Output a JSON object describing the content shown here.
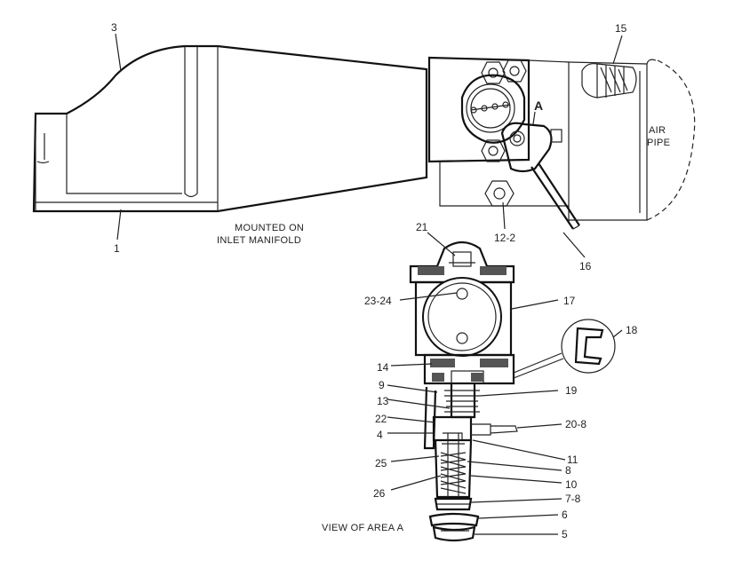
{
  "labels": {
    "l1": "1",
    "l3": "3",
    "l15": "15",
    "l16": "16",
    "l12_2": "12-2",
    "l21": "21",
    "l23_24": "23-24",
    "l17": "17",
    "l18": "18",
    "l14": "14",
    "l9": "9",
    "l13": "13",
    "l19": "19",
    "l22": "22",
    "l20_8": "20-8",
    "l4": "4",
    "l11": "11",
    "l25": "25",
    "l8": "8",
    "l10": "10",
    "l26": "26",
    "l7_8": "7-8",
    "l6": "6",
    "l5": "5",
    "callout_a": "A"
  },
  "notes": {
    "mounted_line1": "MOUNTED ON",
    "mounted_line2": "INLET MANIFOLD",
    "air_line1": "AIR",
    "air_line2": "PIPE",
    "view": "VIEW OF AREA A"
  }
}
